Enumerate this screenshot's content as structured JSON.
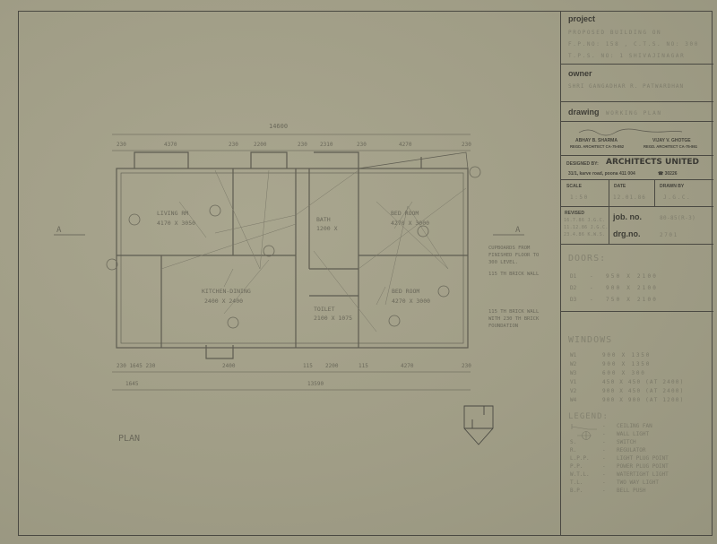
{
  "title_block": {
    "project": {
      "label": "project",
      "lines": [
        "PROPOSED BUILDING ON",
        "F.P.NO: 158 , C.T.S. NO: 300",
        "T.P.S. NO: 1   SHIVAJINAGAR"
      ]
    },
    "owner": {
      "label": "owner",
      "value": "SHRI GANGADHAR R. PATWARDHAN"
    },
    "drawing": {
      "label": "drawing",
      "value": "WORKING PLAN"
    },
    "architects": [
      {
        "name": "ABHAY B. SHARMA",
        "reg": "REGD. ARCHITECT CA-75-852"
      },
      {
        "name": "VIJAY V. GHOTGE",
        "reg": "REGD. ARCHITECT CA-75-861"
      }
    ],
    "designed_by": {
      "label": "DESIGNED BY:",
      "firm": "ARCHITECTS UNITED",
      "address": "31/1, karve road, poona 411 004",
      "phone": "☎ 30226"
    },
    "scale": {
      "label": "SCALE",
      "value": "1:50"
    },
    "date": {
      "label": "DATE",
      "value": "12.01.86"
    },
    "drawn_by": {
      "label": "DRAWN BY",
      "value": "J.G.C."
    },
    "revised": {
      "label": "REVISED",
      "entries": [
        "16.7.86 J.G.C.",
        "11.12.86 J.G.C.",
        "23.4.86 K.W.S."
      ]
    },
    "job_no": {
      "label": "job. no.",
      "value": "80-85(R-3)"
    },
    "drg_no": {
      "label": "drg.no.",
      "value": "2701"
    },
    "doors": {
      "title": "DOORS:",
      "rows": [
        [
          "D1",
          "-",
          "950 X 2100"
        ],
        [
          "D2",
          "-",
          "900 X 2100"
        ],
        [
          "D3",
          "-",
          "750 X 2100"
        ]
      ]
    },
    "windows": {
      "title": "WINDOWS",
      "rows": [
        [
          "W1",
          "900 X 1350"
        ],
        [
          "W2",
          "900 X 1350"
        ],
        [
          "W3",
          "600 X 300"
        ],
        [
          "V1",
          "450 X 450 (AT 2400)"
        ],
        [
          "V2",
          "900 X 450 (AT 2400)"
        ],
        [
          "W4",
          "900 X 900 (AT 1200)"
        ]
      ]
    },
    "legend": {
      "title": "LEGEND:",
      "items": [
        [
          "",
          "CEILING FAN"
        ],
        [
          "",
          "WALL LIGHT"
        ],
        [
          "S.",
          "SWITCH"
        ],
        [
          "R.",
          "REGULATOR"
        ],
        [
          "L.P.P.",
          "LIGHT PLUG POINT"
        ],
        [
          "P.P.",
          "POWER PLUG POINT"
        ],
        [
          "W.T.L.",
          "WATERTIGHT LIGHT"
        ],
        [
          "T.L.",
          "TWO WAY LIGHT"
        ],
        [
          "B.P.",
          "BELL PUSH"
        ]
      ]
    }
  },
  "plan": {
    "title": "PLAN",
    "section_marks": [
      "A",
      "A"
    ],
    "overall_top": "14600",
    "top_dims": [
      "230",
      "4370",
      "230",
      "2200",
      "230",
      "2310",
      "230",
      "4270",
      "230"
    ],
    "bottom_dims": [
      "230 1645 230",
      "2400",
      "115",
      "2200",
      "115",
      "4270",
      "230"
    ],
    "overall_bottom": [
      "1645",
      "13590"
    ],
    "rooms": [
      {
        "name": "LIVING RM",
        "size": "4170 X 3050"
      },
      {
        "name": "KITCHEN-DINING",
        "size": "2400 X 2400"
      },
      {
        "name": "BED ROOM",
        "size": "4270 X 3000"
      },
      {
        "name": "BED ROOM",
        "size": "4270 X 3000"
      },
      {
        "name": "BATH",
        "size": "1200 X"
      },
      {
        "name": "TOILET",
        "size": "2100 X 1075"
      }
    ],
    "notes": [
      "CUPBOARDS FROM",
      "FINISHED FLOOR TO",
      "300 LEVEL.",
      "115 TH BRICK WALL",
      "115 TH BRICK WALL",
      "WITH 230 TH BRICK",
      "FOUNDATION"
    ]
  }
}
